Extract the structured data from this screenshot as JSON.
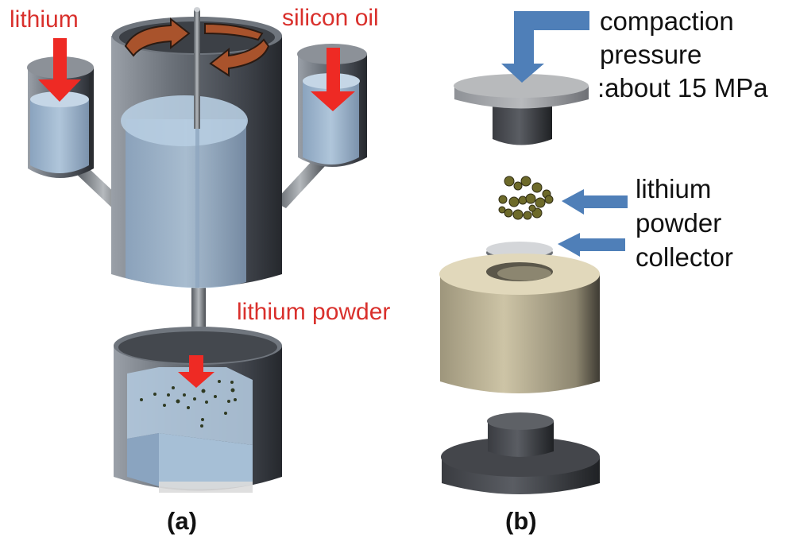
{
  "figure": {
    "panel_a": {
      "label": "(a)",
      "annotations": {
        "lithium": "lithium",
        "silicon_oil": "silicon oil",
        "lithium_powder": "lithium powder"
      }
    },
    "panel_b": {
      "label": "(b)",
      "annotations": {
        "pressure_line1": "compaction",
        "pressure_line2": "pressure",
        "pressure_line3": ":about 15 MPa",
        "lithium_line1": "lithium",
        "lithium_line2": "powder",
        "collector": "collector"
      }
    },
    "colors": {
      "annotation_red": "#d9302c",
      "arrow_red": "#ee2a24",
      "arrow_blue": "#4f7fb8",
      "rotation_arrow": "#a9532c",
      "liquid": "#a9c4dc",
      "steel_dark": "#4d535b",
      "die_beige": "#c9bf9f",
      "punch_dark": "#3b3d42"
    }
  }
}
